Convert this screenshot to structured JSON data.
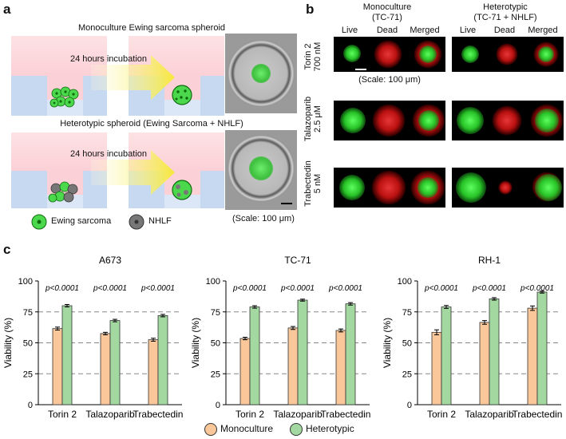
{
  "panel_a": {
    "letter": "a",
    "mono_title": "Monoculture Ewing sarcoma spheroid",
    "het_title": "Heterotypic spheroid (Ewing Sarcoma + NHLF)",
    "incubation_label": "24 hours incubation",
    "scale_label": "(Scale: 100 μm)",
    "legend": [
      {
        "label": "Ewing sarcoma",
        "color": "#4cd84c"
      },
      {
        "label": "NHLF",
        "color": "#777777"
      }
    ]
  },
  "panel_b": {
    "letter": "b",
    "mono_header": "Monoculture\n(TC-71)",
    "het_header": "Heterotypic\n(TC-71 + NHLF)",
    "columns": [
      "Live",
      "Dead",
      "Merged"
    ],
    "rows": [
      "Torin 2\n700 nM",
      "Talazoparib\n2.5 μM",
      "Trabectedin\n5 nM"
    ],
    "scale_label": "(Scale: 100 μm)"
  },
  "panel_c": {
    "letter": "c",
    "legend": [
      {
        "label": "Monoculture",
        "color": "#f9c79a"
      },
      {
        "label": "Heterotypic",
        "color": "#a3d9a0"
      }
    ]
  },
  "chart_data": [
    {
      "type": "bar",
      "title": "A673",
      "ylabel": "Viability (%)",
      "ylim": [
        0,
        100
      ],
      "yticks": [
        0,
        25,
        50,
        75,
        100
      ],
      "categories": [
        "Torin 2",
        "Talazoparib",
        "Trabectedin"
      ],
      "series": [
        {
          "name": "Monoculture",
          "values": [
            61.5,
            57.5,
            52.5
          ],
          "errors": [
            1.2,
            1.0,
            1.2
          ]
        },
        {
          "name": "Heterotypic",
          "values": [
            80,
            68,
            72
          ],
          "errors": [
            1.0,
            1.0,
            1.0
          ]
        }
      ],
      "annotations": [
        "p<0.0001",
        "p<0.0001",
        "p<0.0001"
      ],
      "reference_lines": [
        25,
        50,
        75
      ]
    },
    {
      "type": "bar",
      "title": "TC-71",
      "ylabel": "Viability (%)",
      "ylim": [
        0,
        100
      ],
      "yticks": [
        0,
        25,
        50,
        75,
        100
      ],
      "categories": [
        "Torin 2",
        "Talazoparib",
        "Trabectedin"
      ],
      "series": [
        {
          "name": "Monoculture",
          "values": [
            53.5,
            62,
            60
          ],
          "errors": [
            1.0,
            1.2,
            1.2
          ]
        },
        {
          "name": "Heterotypic",
          "values": [
            79,
            84.5,
            81.5
          ],
          "errors": [
            1.0,
            0.8,
            1.0
          ]
        }
      ],
      "annotations": [
        "p<0.0001",
        "p<0.0001",
        "p<0.0001"
      ],
      "reference_lines": [
        25,
        50,
        75
      ]
    },
    {
      "type": "bar",
      "title": "RH-1",
      "ylabel": "Viability (%)",
      "ylim": [
        0,
        100
      ],
      "yticks": [
        0,
        25,
        50,
        75,
        100
      ],
      "categories": [
        "Torin 2",
        "Talazoparib",
        "Trabectedin"
      ],
      "series": [
        {
          "name": "Monoculture",
          "values": [
            58.5,
            66.5,
            78
          ],
          "errors": [
            2.0,
            1.5,
            1.8
          ]
        },
        {
          "name": "Heterotypic",
          "values": [
            79,
            85.5,
            91
          ],
          "errors": [
            1.2,
            1.0,
            0.8
          ]
        }
      ],
      "annotations": [
        "p<0.0001",
        "p<0.0001",
        "p<0.0001"
      ],
      "reference_lines": [
        25,
        50,
        75
      ]
    }
  ]
}
